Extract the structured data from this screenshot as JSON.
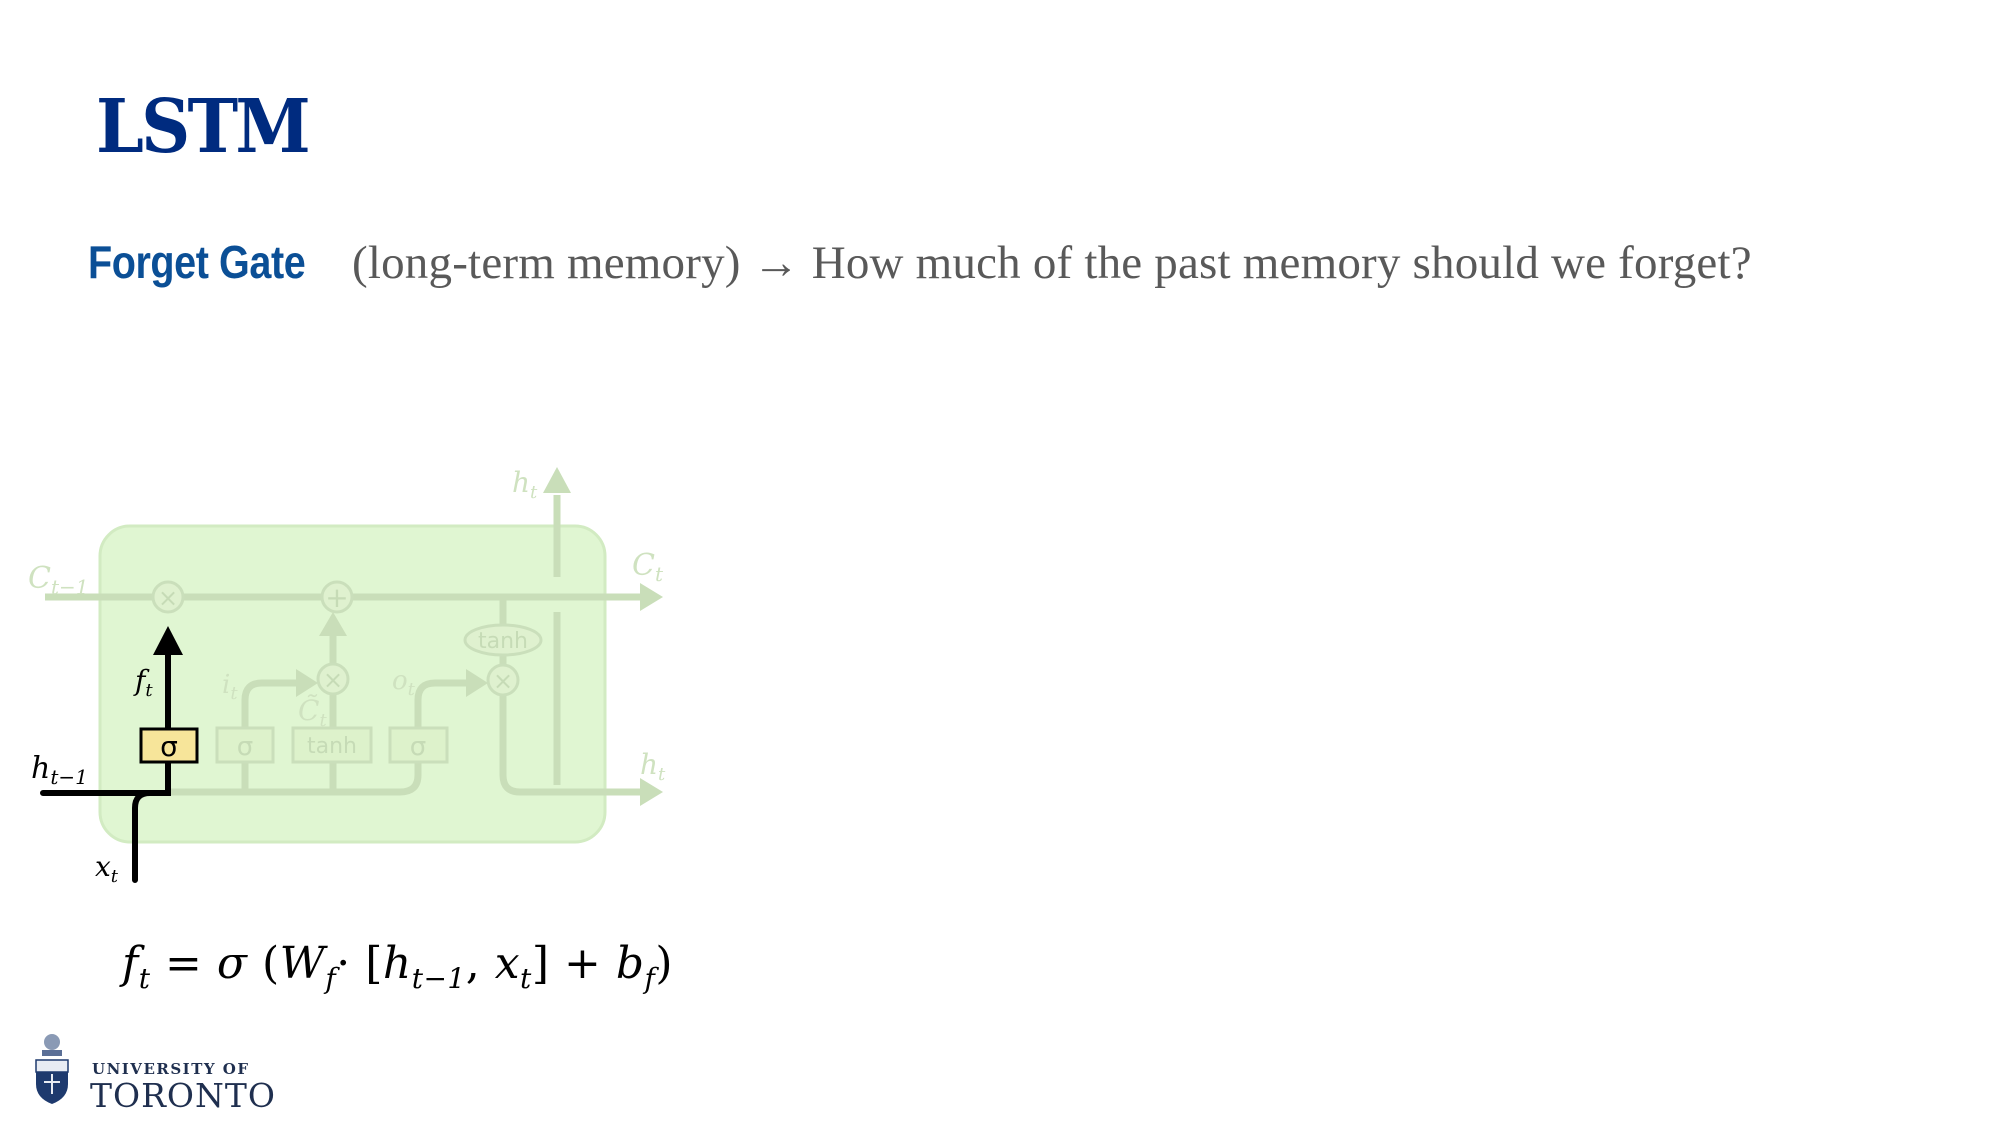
{
  "slide": {
    "title": "LSTM",
    "gate_name": "Forget Gate",
    "gate_description": "(long-term memory) → How much of the past memory should we forget?"
  },
  "diagram": {
    "labels": {
      "c_prev": "C",
      "c_prev_sub": "t−1",
      "c_next": "C",
      "c_next_sub": "t",
      "h_top": "h",
      "h_top_sub": "t",
      "h_right": "h",
      "h_right_sub": "t",
      "h_prev": "h",
      "h_prev_sub": "t−1",
      "x_in": "x",
      "x_in_sub": "t",
      "f_gate": "f",
      "f_gate_sub": "t",
      "i_gate": "i",
      "i_gate_sub": "t",
      "o_gate": "o",
      "o_gate_sub": "t",
      "c_tilde": "C̃",
      "c_tilde_sub": "t"
    },
    "blocks": {
      "forget_sigma": "σ",
      "input_sigma": "σ",
      "candidate_tanh": "tanh",
      "output_sigma": "σ",
      "cell_tanh": "tanh"
    },
    "ops": {
      "multiply": "×",
      "add": "+"
    },
    "colors": {
      "cell_fill": "#E0F6D2",
      "faded_stroke": "#C9DEB9",
      "faded_text": "#CFE2C0",
      "highlight_fill": "#F7E59A",
      "active_stroke": "#000000"
    }
  },
  "equation": {
    "lhs": "f",
    "lhs_sub": "t",
    "equals": " = ",
    "sigma": "σ",
    "open": " (",
    "w": "W",
    "w_sub": "f",
    "dot": "· [",
    "h": "h",
    "h_sub": "t−1",
    "comma": ", ",
    "x": "x",
    "x_sub": "t",
    "close_bracket": "] + ",
    "b": "b",
    "b_sub": "f",
    "close": ")"
  },
  "logo": {
    "line1": "UNIVERSITY OF",
    "line2": "TORONTO"
  }
}
